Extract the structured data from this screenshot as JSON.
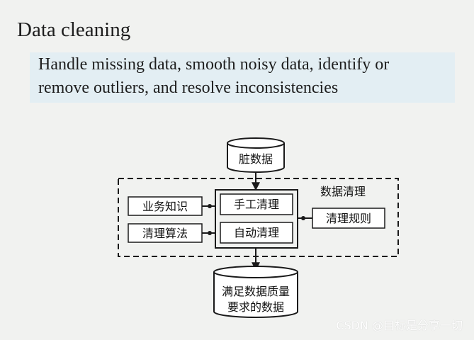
{
  "slide": {
    "title": "Data cleaning",
    "subtitle_line1": "Handle missing data, smooth noisy data, identify or",
    "subtitle_line2": "remove outliers, and resolve inconsistencies"
  },
  "diagram": {
    "source_db": "脏数据",
    "process_group_label": "数据清理",
    "business_knowledge": "业务知识",
    "cleaning_algorithm": "清理算法",
    "manual_cleaning": "手工清理",
    "auto_cleaning": "自动清理",
    "cleaning_rules": "清理规则",
    "output_db_line1": "满足数据质量",
    "output_db_line2": "要求的数据"
  },
  "watermark": "CSDN @目标是分享一切",
  "colors": {
    "background": "#f1f2f0",
    "subtitle_highlight": "#e3eef3",
    "stroke": "#1a1a1a"
  }
}
